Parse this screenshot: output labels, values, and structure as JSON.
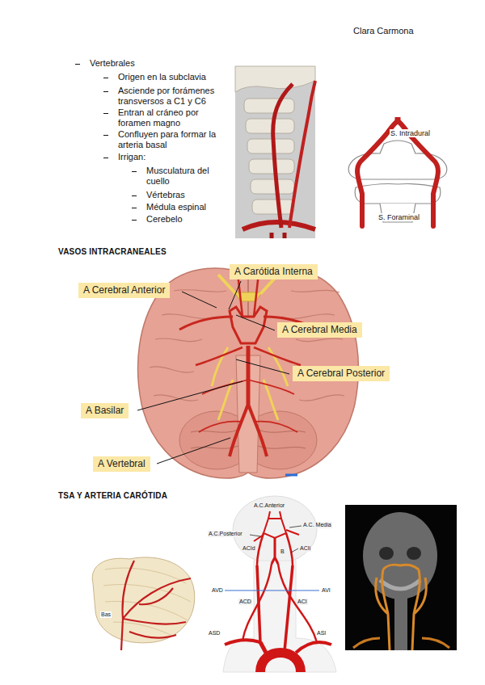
{
  "diagram": {
    "nodes": [
      {
        "text": [
          "A Carótida Interna"
        ]
      },
      {
        "text": [
          "A Cerebral Anterior"
        ]
      },
      {
        "text": [
          "A Cerebral Media"
        ]
      },
      {
        "text": [
          "A Cerebral Posterior"
        ]
      },
      {
        "text": [
          "A Basilar"
        ]
      },
      {
        "text": [
          "A Vertebral"
        ]
      }
    ],
    "labels": [
      "Clara Carmona",
      "Vertebrales",
      "Origen en la subclavia",
      "Asciende por forámenes transversos a C1 y C6",
      "Entran al cráneo por foramen magno",
      "Confluyen para formar la arteria basal",
      "Irrigan:",
      "Musculatura del cuello",
      "Vértebras",
      "Médula espinal",
      "Cerebelo",
      "S. Intradural",
      "S. Foraminal",
      "VASOS INTRACRANEALES",
      "TSA Y ARTERIA CARÓTIDA",
      "Bas",
      "A.C.Anterior",
      "A.C. Media",
      "A.C.Posterior",
      "ACId",
      "B",
      "ACIi",
      "AVD",
      "AVI",
      "ACD",
      "ACI",
      "ASD",
      "ASI"
    ]
  }
}
